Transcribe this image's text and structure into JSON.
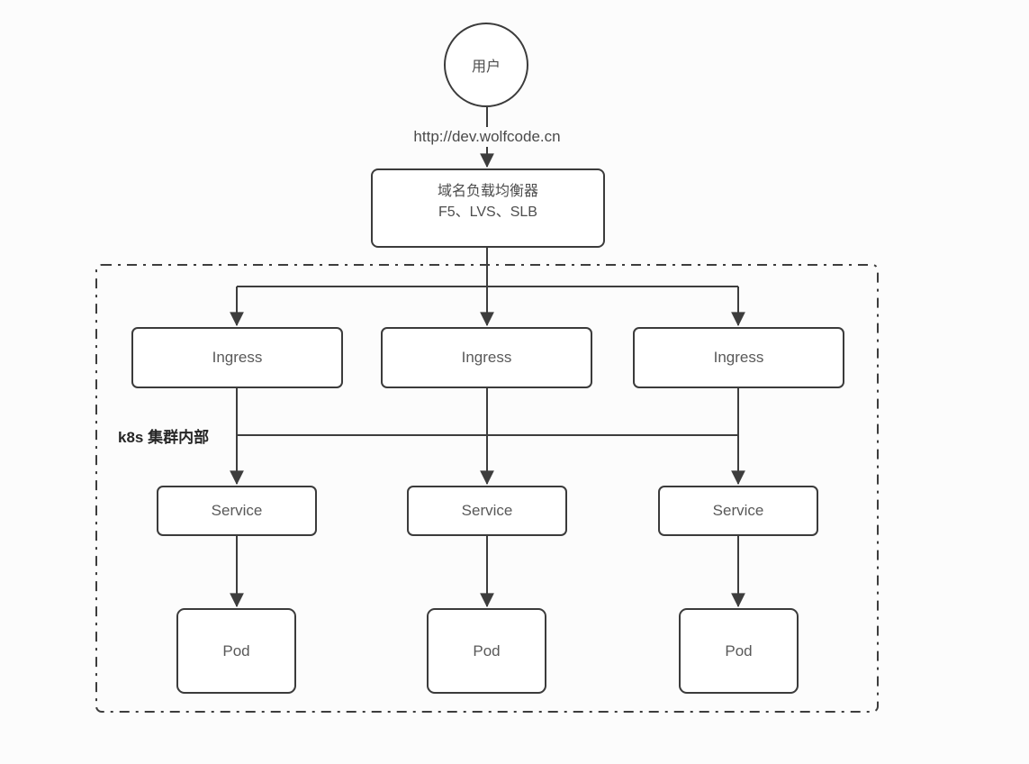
{
  "diagram": {
    "user_node": {
      "label": "用户"
    },
    "request_label": "http://dev.wolfcode.cn",
    "load_balancer_node": {
      "title": "域名负载均衡器",
      "subtitle": "F5、LVS、SLB"
    },
    "cluster": {
      "label": "k8s 集群内部"
    },
    "ingress_nodes": [
      {
        "label": "Ingress"
      },
      {
        "label": "Ingress"
      },
      {
        "label": "Ingress"
      }
    ],
    "service_nodes": [
      {
        "label": "Service"
      },
      {
        "label": "Service"
      },
      {
        "label": "Service"
      }
    ],
    "pod_nodes": [
      {
        "label": "Pod"
      },
      {
        "label": "Pod"
      },
      {
        "label": "Pod"
      }
    ],
    "colors": {
      "background": "#fcfcfc",
      "edge_stroke": "#3d3d3d",
      "node_border": "#3b3b3b",
      "node_fill": "#ffffff",
      "node_text": "#595959",
      "annotation_text": "#4a4a4a",
      "cluster_label_text": "#262626"
    }
  }
}
